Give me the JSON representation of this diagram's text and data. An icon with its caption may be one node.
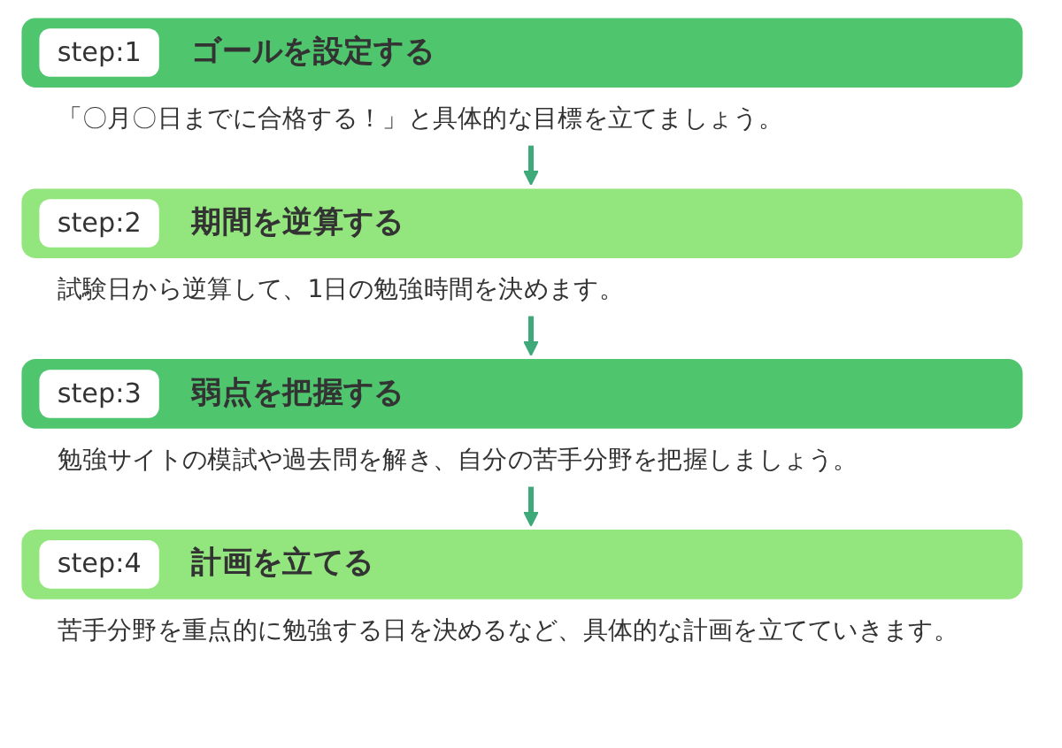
{
  "diagram": {
    "nodes": [
      {
        "text": [
          "step:1",
          "ゴールを設定する"
        ],
        "beside": [
          "「〇月〇日までに合格する！」と具体的な目標を立てましょう。"
        ]
      },
      {
        "text": [
          "step:2",
          "期間を逆算する"
        ],
        "beside": [
          "試験日から逆算して、1日の勉強時間を決めます。"
        ]
      },
      {
        "text": [
          "step:3",
          "弱点を把握する"
        ],
        "beside": [
          "勉強サイトの模試や過去問を解き、自分の苦手分野を把握しましょう。"
        ]
      },
      {
        "text": [
          "step:4",
          "計画を立てる"
        ],
        "beside": [
          "苦手分野を重点的に勉強する日を決めるなど、具体的な計画を立てていきます。"
        ]
      }
    ],
    "edges": [
      {
        "from": 0,
        "to": 1,
        "arrow": "to"
      },
      {
        "from": 1,
        "to": 2,
        "arrow": "to"
      },
      {
        "from": 2,
        "to": 3,
        "arrow": "to"
      }
    ]
  }
}
